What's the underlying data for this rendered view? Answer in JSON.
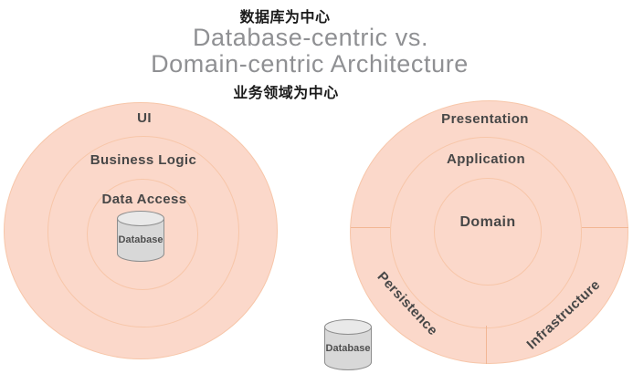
{
  "header": {
    "chinese_top": "数据库为中心",
    "title_line1": "Database-centric vs.",
    "title_line2": "Domain-centric Architecture",
    "chinese_bottom": "业务领域为中心"
  },
  "left_diagram": {
    "rings": [
      {
        "label": "UI"
      },
      {
        "label": "Business Logic"
      },
      {
        "label": "Data Access"
      }
    ],
    "database": {
      "label": "Database"
    }
  },
  "right_diagram": {
    "rings": [
      {
        "label": "Presentation"
      },
      {
        "label": "Application"
      },
      {
        "label": "Domain"
      }
    ],
    "outer_segments": [
      {
        "label": "Persistence"
      },
      {
        "label": "Infrastructure"
      }
    ],
    "database": {
      "label": "Database"
    }
  },
  "colors": {
    "ring_fill": "#fbd8ca",
    "ring_border": "#f7c6a9",
    "divider": "#f2b694",
    "ring_label_text": "#474747",
    "title_text": "#8f9093",
    "chinese_text": "#1a1a1a",
    "cylinder_body": "#d8d8d8",
    "cylinder_top": "#e9e9e9",
    "cylinder_border": "#8e8e8e",
    "cylinder_text": "#4f4f4f",
    "background": "#ffffff"
  }
}
